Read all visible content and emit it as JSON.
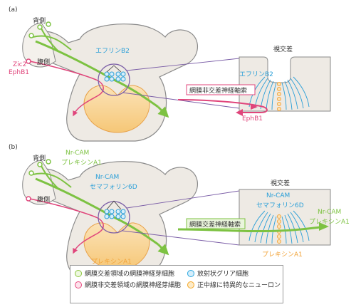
{
  "panel_a": {
    "label": "(a)",
    "dorsal": "背側",
    "ventral": "腹側",
    "zic2": "Zic2",
    "ephb1_left": "EphB1",
    "ephrin_top": "エフリンB2",
    "chiasm": "視交差",
    "ephrin_inset": "エフリンB2",
    "uncrossed_axon": "網膜非交差神経軸索",
    "ephb1_bottom": "EphB1"
  },
  "panel_b": {
    "label": "(b)",
    "dorsal": "背側",
    "ventral": "腹側",
    "nrcam_left": "Nr-CAM",
    "plexin_left": "プレキシンA1",
    "nrcam_mid": "Nr-CAM",
    "sema_mid": "セマフォリン6D",
    "chiasm": "視交差",
    "nrcam_inset": "Nr-CAM",
    "sema_inset": "セマフォリン6D",
    "nrcam_right": "Nr-CAM",
    "plexin_right": "プレキシンA1",
    "crossed_axon": "網膜交差神経軸索",
    "plexin_bottom_left": "プレキシンA1",
    "plexin_bottom_right": "プレキシンA1"
  },
  "legend": {
    "items": [
      {
        "label": "網膜交差領域の網膜神経芽細胞",
        "color": "#8cc63f"
      },
      {
        "label": "放射状グリア細胞",
        "color": "#29a8e0"
      },
      {
        "label": "網膜非交差領域の網膜神経芽細胞",
        "color": "#e8467c"
      },
      {
        "label": "正中線に特異的なニューロン",
        "color": "#f5a623"
      }
    ]
  },
  "colors": {
    "green": "#7dc242",
    "pink": "#e0457b",
    "blue": "#2a9fd8",
    "orange": "#f2a43a",
    "purple": "#7b5ea7",
    "brain_fill": "#eeeae4",
    "brain_stroke": "#8a8a8a"
  }
}
